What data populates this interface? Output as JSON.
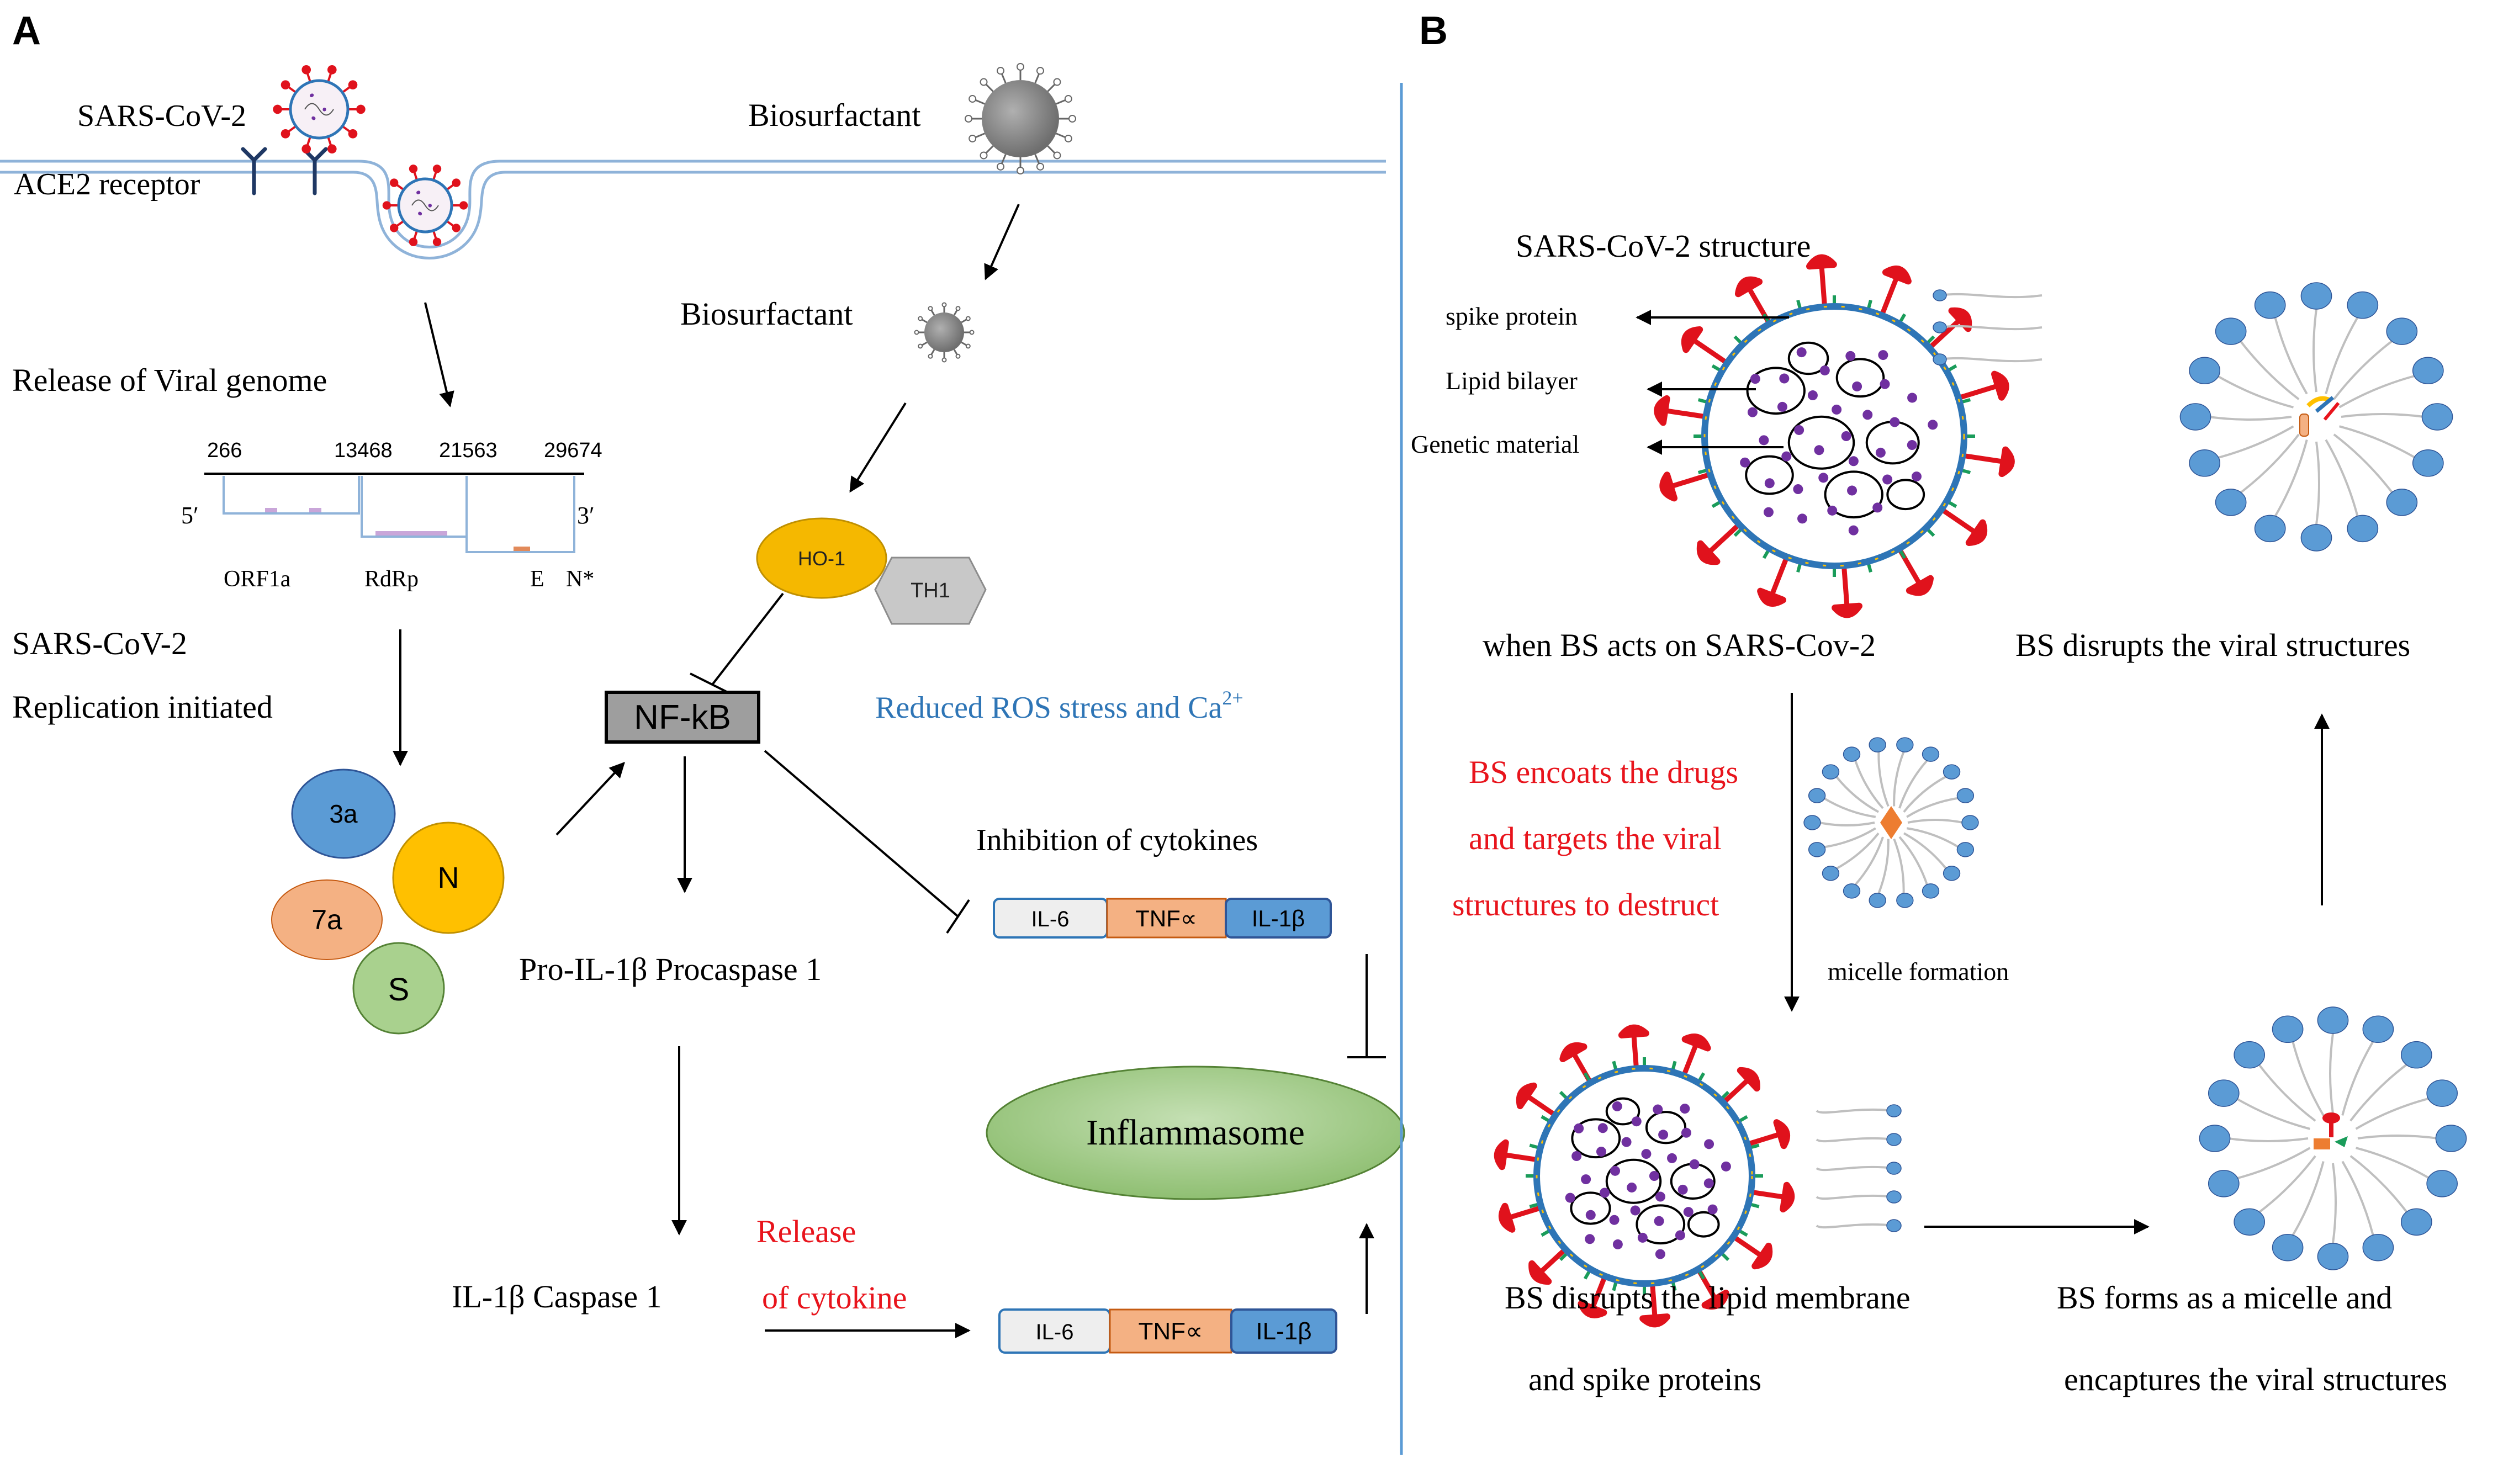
{
  "panel_a": {
    "label": "A",
    "virus_label": "SARS-CoV-2",
    "receptor_label": "ACE2 receptor",
    "biosurfactant_top": "Biosurfactant",
    "biosurfactant_mid": "Biosurfactant",
    "release_genome": "Release of Viral  genome",
    "genome": {
      "positions": [
        "266",
        "13468",
        "21563",
        "29674"
      ],
      "five_prime": "5′",
      "three_prime": "3′",
      "genes": [
        "ORF1a",
        "RdRp",
        "E",
        "N*"
      ]
    },
    "replication_line1": "SARS-CoV-2",
    "replication_line2": "Replication initiated",
    "proteins": [
      "3a",
      "N",
      "7a",
      "S"
    ],
    "ho1": "HO-1",
    "th1": "TH1",
    "nfkb": "NF-kB",
    "ros_text": "Reduced ROS stress and Ca",
    "ros_sup": "2+",
    "inhibition": "Inhibition  of cytokines",
    "cytokines_top": [
      "IL-6",
      "TNF∝",
      "IL-1β"
    ],
    "pro_il": "Pro-IL-1β  Procaspase 1",
    "inflammasome": "Inflammasome",
    "release_line1": "Release",
    "release_line2": "of cytokine",
    "il_caspase": "IL-1β  Caspase 1",
    "cytokines_bottom": [
      "IL-6",
      "TNF∝",
      "IL-1β"
    ]
  },
  "panel_b": {
    "label": "B",
    "structure_title": "SARS-CoV-2 structure",
    "spike_label": "spike protein",
    "lipid_label": "Lipid  bilayer",
    "genetic_label": "Genetic  material",
    "when_bs": "when BS acts on  SARS-Cov-2",
    "bs_disrupts_viral": "BS disrupts the viral structures",
    "encoats_line1": "BS encoats the drugs",
    "encoats_line2": "and targets the viral",
    "encoats_line3": "structures to destruct",
    "micelle_formation": "micelle  formation",
    "disrupts_lipid_line1": "BS disrupts the lipid  membrane",
    "disrupts_lipid_line2": "and spike proteins",
    "forms_micelle_line1": "BS forms as a micelle  and",
    "forms_micelle_line2": "encaptures the viral  structures"
  },
  "colors": {
    "red_text": "#e8141c",
    "blue_text": "#2e75b6",
    "virus_spike": "#e0121c",
    "virus_ring": "#2e75b6",
    "virus_spikelet": "#1a9c5a",
    "genome_purple": "#7030a0",
    "micelle_head": "#5b9bd5",
    "micelle_tail": "#bfbfbf",
    "ho1_yellow": "#f5b800",
    "th1_grey": "#bfbfbf",
    "nfkb_fill": "#9e9e9e",
    "il6_fill": "#eeeeee",
    "tnf_fill": "#f4b183",
    "il1b_fill": "#5b9bd5",
    "inflammasome_fill": "#a9d18e",
    "protein_3a": "#5b9bd5",
    "protein_n": "#ffc000",
    "protein_7a": "#f4b183",
    "protein_s": "#a9d18e",
    "divider": "#5b9bd5"
  }
}
